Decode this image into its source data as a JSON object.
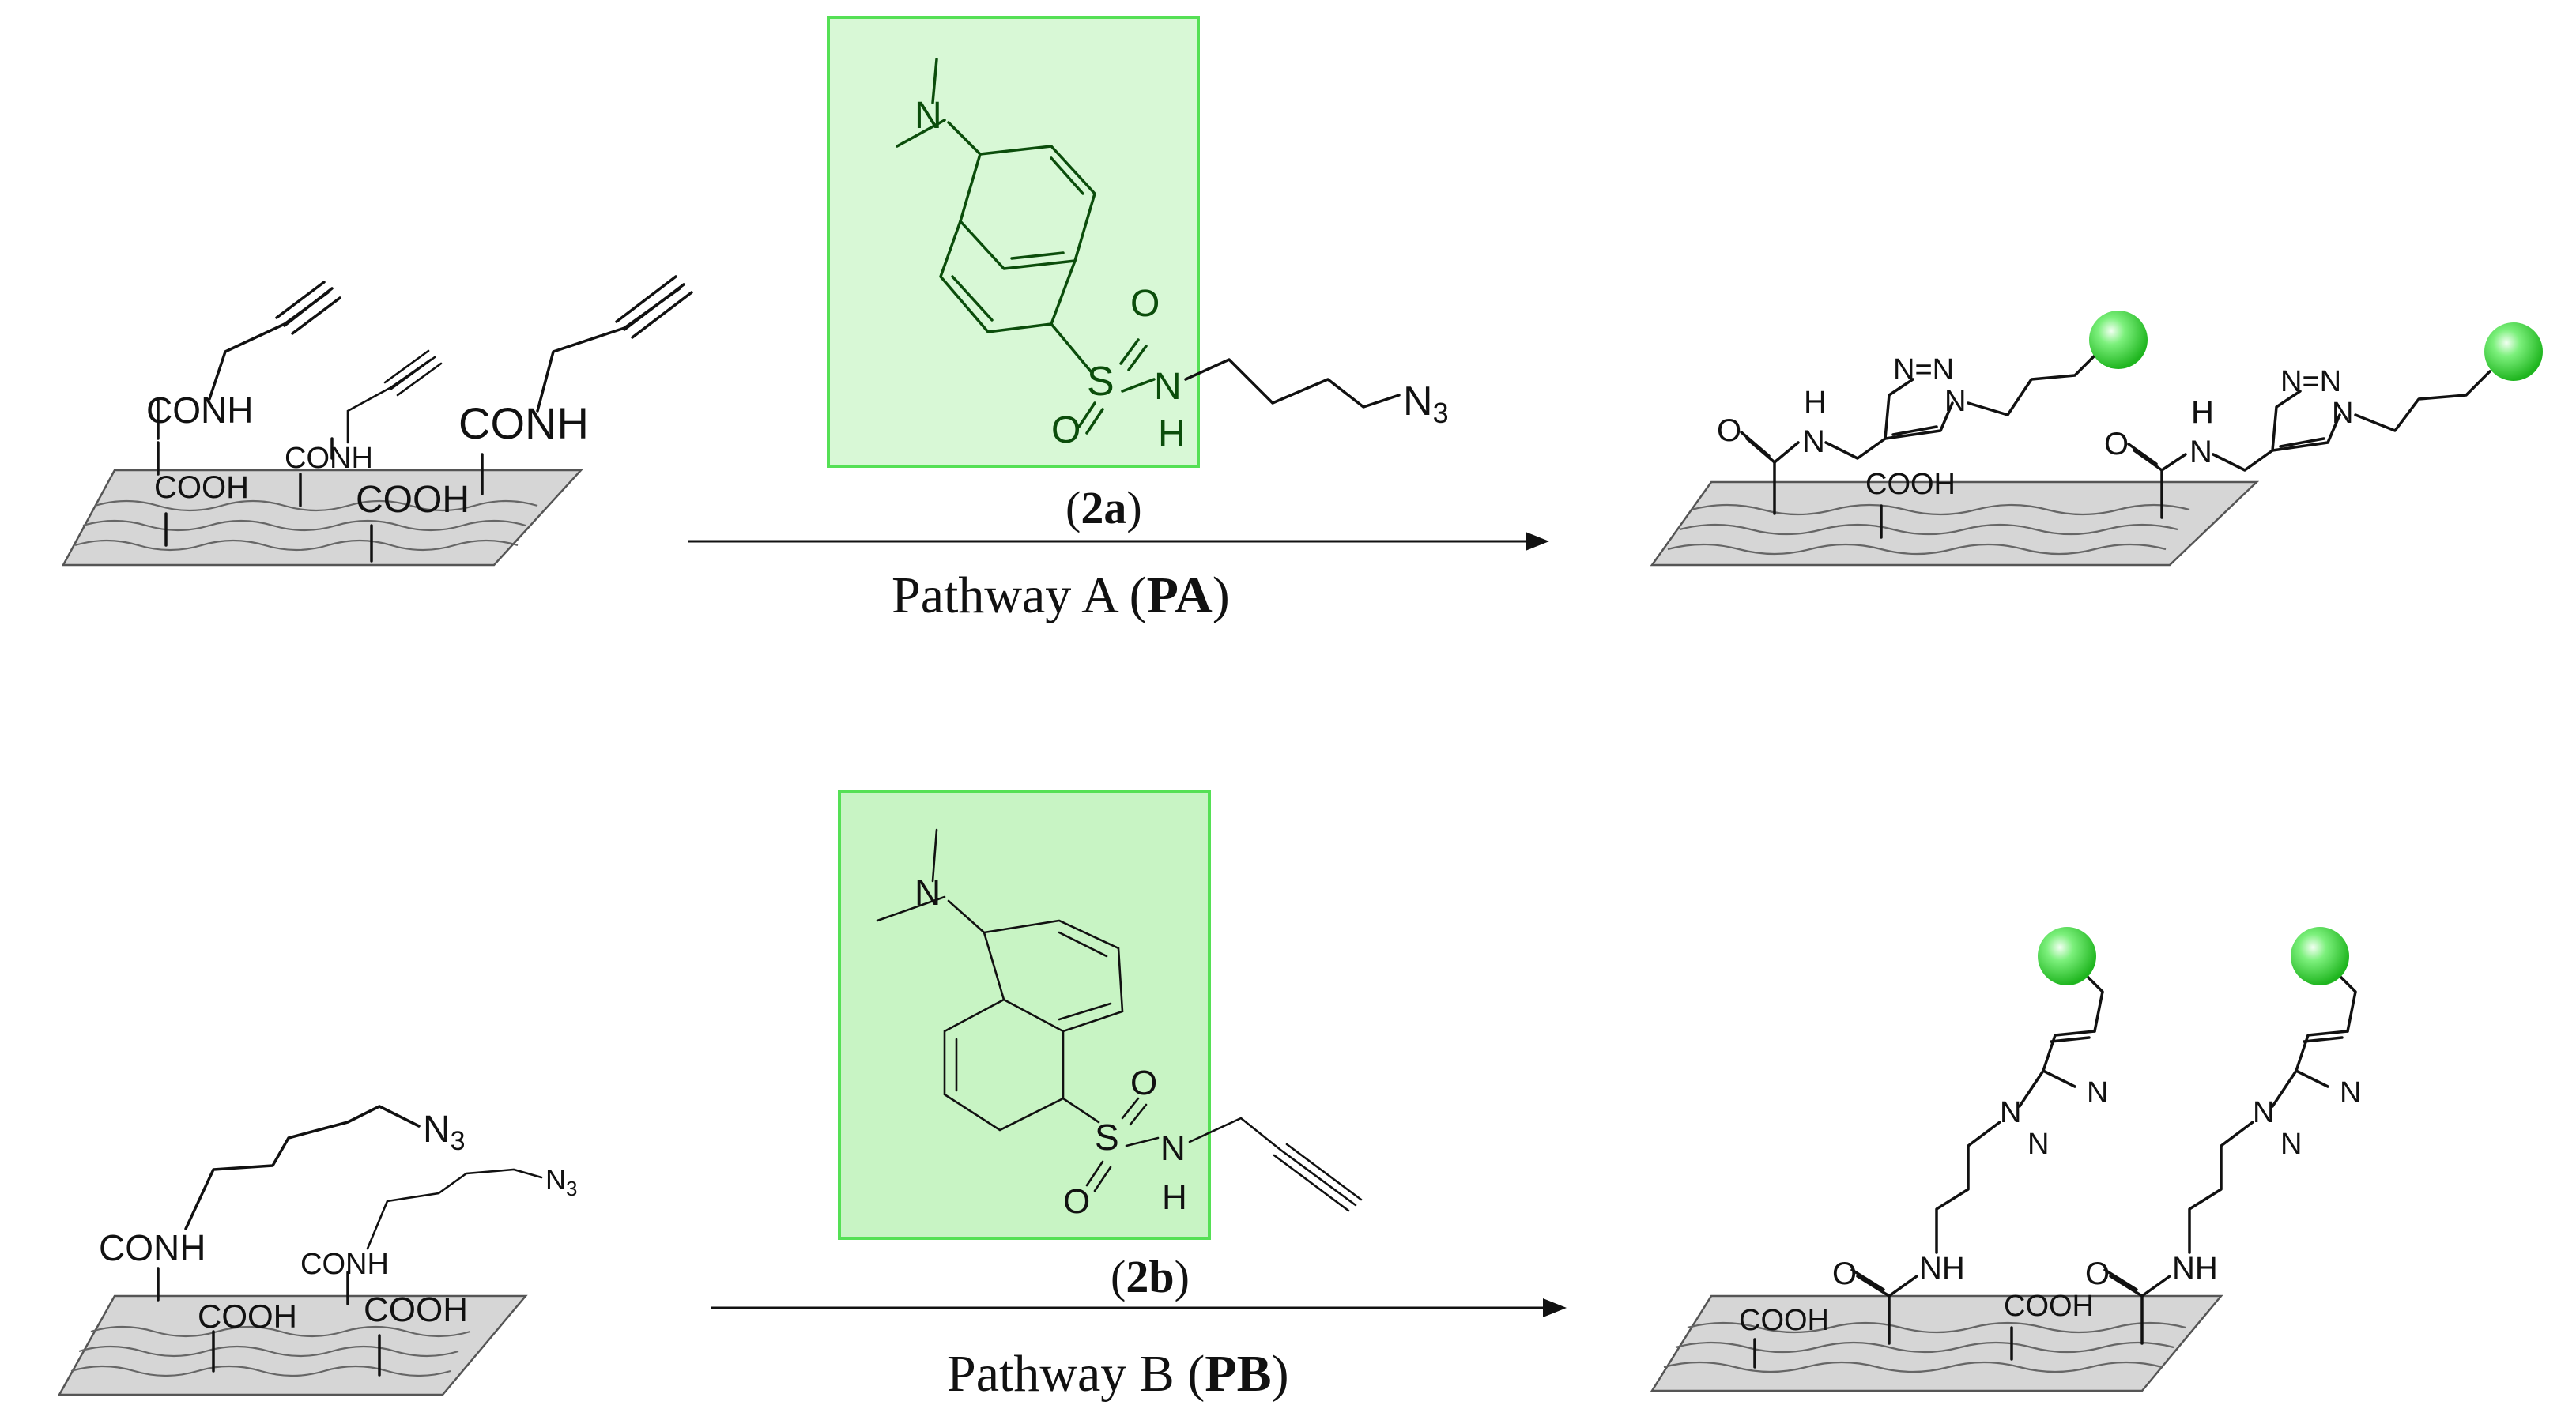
{
  "pathway_a": {
    "reagent_label_num": "2a",
    "label_prefix": "Pathway A (",
    "label_bold": "PA",
    "label_suffix": ")",
    "start_labels": {
      "conh_1": "CONH",
      "conh_2": "CONH",
      "conh_3": "CONH",
      "cooh_1": "COOH",
      "cooh_2": "COOH"
    },
    "reagent_labels": {
      "n_dimethyl": "N",
      "s": "S",
      "o1": "O",
      "o2": "O",
      "nh_n": "N",
      "nh_h": "H",
      "n3": "N",
      "n3_sub": "3"
    },
    "product_labels": {
      "o1": "O",
      "h1": "H",
      "n1": "N",
      "o2": "O",
      "h2": "H",
      "n2": "N",
      "cooh": "COOH",
      "tri_a": "N=N",
      "tri_a_n": "N",
      "tri_b": "N=N",
      "tri_b_n": "N"
    }
  },
  "pathway_b": {
    "reagent_label_num": "2b",
    "label_prefix": "Pathway B (",
    "label_bold": "PB",
    "label_suffix": ")",
    "start_labels": {
      "conh_1": "CONH",
      "conh_2": "CONH",
      "cooh_1": "COOH",
      "cooh_2": "COOH",
      "n3_1": "N",
      "n3_1_sub": "3",
      "n3_2": "N",
      "n3_2_sub": "3"
    },
    "reagent_labels": {
      "n_dimethyl": "N",
      "s": "S",
      "o1": "O",
      "o2": "O",
      "nh_n": "N",
      "nh_h": "H"
    },
    "product_labels": {
      "o1": "O",
      "nh1": "NH",
      "o2": "O",
      "nh2": "NH",
      "cooh1": "COOH",
      "cooh2": "COOH",
      "tri_a_n1": "N",
      "tri_a_nn": "N",
      "tri_a_n2": "N",
      "tri_b_n1": "N",
      "tri_b_nn": "N",
      "tri_b_n2": "N"
    }
  },
  "colors": {
    "reagent_box_fill": "#d8f8d6",
    "reagent_box_border": "#55e055",
    "fluorophore_sphere": "#3fe23f",
    "surface": "#d6d6d6"
  }
}
